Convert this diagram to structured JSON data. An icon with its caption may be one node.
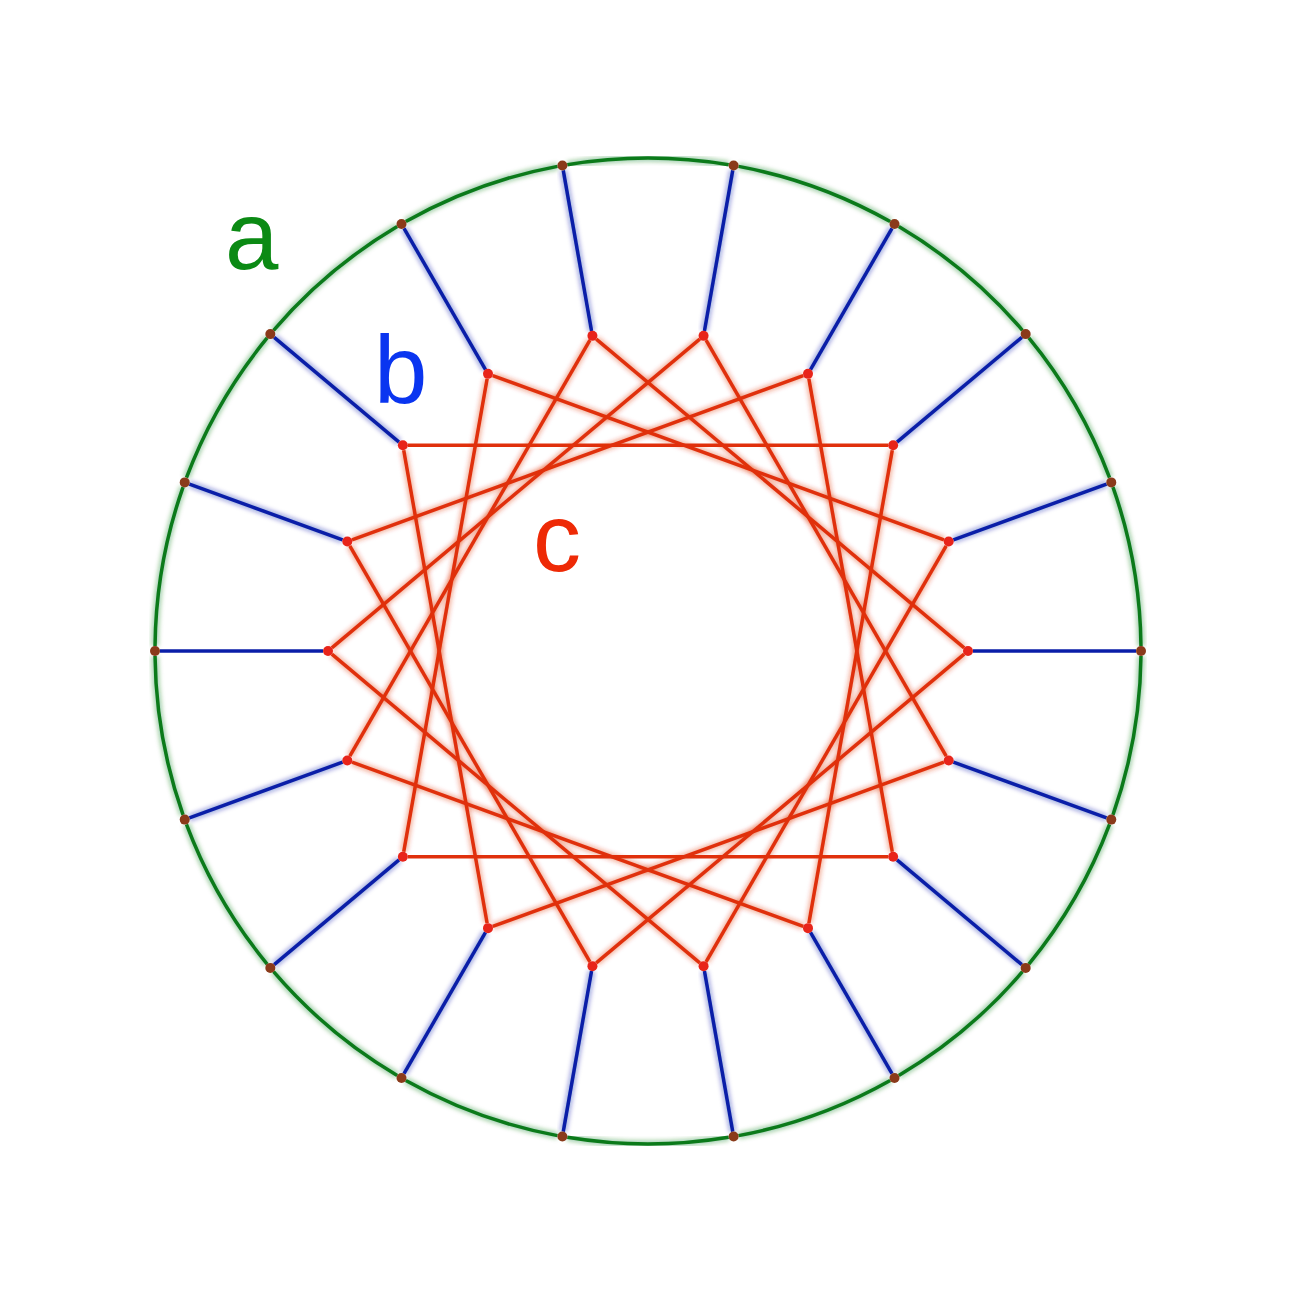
{
  "diagram": {
    "nodes": [
      {
        "text": [],
        "shape": "circle"
      },
      {
        "text": [],
        "shape": "circle"
      },
      {
        "text": [],
        "shape": "circle"
      },
      {
        "text": [],
        "shape": "circle"
      },
      {
        "text": [],
        "shape": "circle"
      },
      {
        "text": [],
        "shape": "circle"
      },
      {
        "text": [],
        "shape": "circle"
      },
      {
        "text": [],
        "shape": "circle"
      },
      {
        "text": [],
        "shape": "circle"
      },
      {
        "text": [],
        "shape": "circle"
      },
      {
        "text": [],
        "shape": "circle"
      },
      {
        "text": [],
        "shape": "circle"
      },
      {
        "text": [],
        "shape": "circle"
      },
      {
        "text": [],
        "shape": "circle"
      },
      {
        "text": [],
        "shape": "circle"
      },
      {
        "text": [],
        "shape": "circle"
      },
      {
        "text": [],
        "shape": "circle"
      },
      {
        "text": [],
        "shape": "circle"
      },
      {
        "text": [],
        "shape": "circle"
      },
      {
        "text": [],
        "shape": "circle"
      },
      {
        "text": [],
        "shape": "circle"
      },
      {
        "text": [],
        "shape": "circle"
      },
      {
        "text": [],
        "shape": "circle"
      },
      {
        "text": [],
        "shape": "circle"
      },
      {
        "text": [],
        "shape": "circle"
      },
      {
        "text": [],
        "shape": "circle"
      },
      {
        "text": [],
        "shape": "circle"
      },
      {
        "text": [],
        "shape": "circle"
      },
      {
        "text": [],
        "shape": "circle"
      },
      {
        "text": [],
        "shape": "circle"
      },
      {
        "text": [],
        "shape": "circle"
      },
      {
        "text": [],
        "shape": "circle"
      },
      {
        "text": [],
        "shape": "circle"
      },
      {
        "text": [],
        "shape": "circle"
      },
      {
        "text": [],
        "shape": "circle"
      },
      {
        "text": [],
        "shape": "circle"
      }
    ],
    "edges": [
      {
        "from": 0,
        "to": 1,
        "arrow": "none",
        "color": "#0b7a1a"
      },
      {
        "from": 1,
        "to": 2,
        "arrow": "none",
        "color": "#0b7a1a"
      },
      {
        "from": 2,
        "to": 3,
        "arrow": "none",
        "color": "#0b7a1a"
      },
      {
        "from": 3,
        "to": 4,
        "arrow": "none",
        "color": "#0b7a1a"
      },
      {
        "from": 4,
        "to": 5,
        "arrow": "none",
        "color": "#0b7a1a"
      },
      {
        "from": 5,
        "to": 6,
        "arrow": "none",
        "color": "#0b7a1a"
      },
      {
        "from": 6,
        "to": 7,
        "arrow": "none",
        "color": "#0b7a1a"
      },
      {
        "from": 7,
        "to": 8,
        "arrow": "none",
        "color": "#0b7a1a"
      },
      {
        "from": 8,
        "to": 9,
        "arrow": "none",
        "color": "#0b7a1a"
      },
      {
        "from": 9,
        "to": 10,
        "arrow": "none",
        "color": "#0b7a1a"
      },
      {
        "from": 10,
        "to": 11,
        "arrow": "none",
        "color": "#0b7a1a"
      },
      {
        "from": 11,
        "to": 12,
        "arrow": "none",
        "color": "#0b7a1a"
      },
      {
        "from": 12,
        "to": 13,
        "arrow": "none",
        "color": "#0b7a1a"
      },
      {
        "from": 13,
        "to": 14,
        "arrow": "none",
        "color": "#0b7a1a"
      },
      {
        "from": 14,
        "to": 15,
        "arrow": "none",
        "color": "#0b7a1a"
      },
      {
        "from": 15,
        "to": 16,
        "arrow": "none",
        "color": "#0b7a1a"
      },
      {
        "from": 16,
        "to": 17,
        "arrow": "none",
        "color": "#0b7a1a"
      },
      {
        "from": 17,
        "to": 0,
        "arrow": "none",
        "color": "#0b7a1a"
      },
      {
        "from": 0,
        "to": 18,
        "arrow": "none",
        "color": "#0a1ea8"
      },
      {
        "from": 1,
        "to": 19,
        "arrow": "none",
        "color": "#0a1ea8"
      },
      {
        "from": 2,
        "to": 20,
        "arrow": "none",
        "color": "#0a1ea8"
      },
      {
        "from": 3,
        "to": 21,
        "arrow": "none",
        "color": "#0a1ea8"
      },
      {
        "from": 4,
        "to": 22,
        "arrow": "none",
        "color": "#0a1ea8"
      },
      {
        "from": 5,
        "to": 23,
        "arrow": "none",
        "color": "#0a1ea8"
      },
      {
        "from": 6,
        "to": 24,
        "arrow": "none",
        "color": "#0a1ea8"
      },
      {
        "from": 7,
        "to": 25,
        "arrow": "none",
        "color": "#0a1ea8"
      },
      {
        "from": 8,
        "to": 26,
        "arrow": "none",
        "color": "#0a1ea8"
      },
      {
        "from": 9,
        "to": 27,
        "arrow": "none",
        "color": "#0a1ea8"
      },
      {
        "from": 10,
        "to": 28,
        "arrow": "none",
        "color": "#0a1ea8"
      },
      {
        "from": 11,
        "to": 29,
        "arrow": "none",
        "color": "#0a1ea8"
      },
      {
        "from": 12,
        "to": 30,
        "arrow": "none",
        "color": "#0a1ea8"
      },
      {
        "from": 13,
        "to": 31,
        "arrow": "none",
        "color": "#0a1ea8"
      },
      {
        "from": 14,
        "to": 32,
        "arrow": "none",
        "color": "#0a1ea8"
      },
      {
        "from": 15,
        "to": 33,
        "arrow": "none",
        "color": "#0a1ea8"
      },
      {
        "from": 16,
        "to": 34,
        "arrow": "none",
        "color": "#0a1ea8"
      },
      {
        "from": 17,
        "to": 35,
        "arrow": "none",
        "color": "#0a1ea8"
      },
      {
        "from": 18,
        "to": 23,
        "arrow": "none",
        "color": "#e0300c"
      },
      {
        "from": 19,
        "to": 24,
        "arrow": "none",
        "color": "#e0300c"
      },
      {
        "from": 20,
        "to": 25,
        "arrow": "none",
        "color": "#e0300c"
      },
      {
        "from": 21,
        "to": 26,
        "arrow": "none",
        "color": "#e0300c"
      },
      {
        "from": 22,
        "to": 27,
        "arrow": "none",
        "color": "#e0300c"
      },
      {
        "from": 23,
        "to": 28,
        "arrow": "none",
        "color": "#e0300c"
      },
      {
        "from": 24,
        "to": 29,
        "arrow": "none",
        "color": "#e0300c"
      },
      {
        "from": 25,
        "to": 30,
        "arrow": "none",
        "color": "#e0300c"
      },
      {
        "from": 26,
        "to": 31,
        "arrow": "none",
        "color": "#e0300c"
      },
      {
        "from": 27,
        "to": 32,
        "arrow": "none",
        "color": "#e0300c"
      },
      {
        "from": 28,
        "to": 33,
        "arrow": "none",
        "color": "#e0300c"
      },
      {
        "from": 29,
        "to": 34,
        "arrow": "none",
        "color": "#e0300c"
      },
      {
        "from": 30,
        "to": 35,
        "arrow": "none",
        "color": "#e0300c"
      },
      {
        "from": 31,
        "to": 18,
        "arrow": "none",
        "color": "#e0300c"
      },
      {
        "from": 32,
        "to": 19,
        "arrow": "none",
        "color": "#e0300c"
      },
      {
        "from": 33,
        "to": 20,
        "arrow": "none",
        "color": "#e0300c"
      },
      {
        "from": 34,
        "to": 21,
        "arrow": "none",
        "color": "#e0300c"
      },
      {
        "from": 35,
        "to": 22,
        "arrow": "none",
        "color": "#e0300c"
      }
    ],
    "labels": [
      "a",
      "b",
      "c"
    ]
  }
}
